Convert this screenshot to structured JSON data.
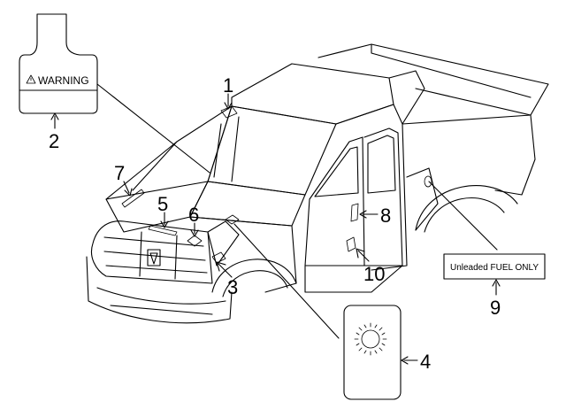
{
  "labels": {
    "warning_text": "WARNING",
    "fuel_text": "Unleaded FUEL ONLY"
  },
  "callouts": [
    "1",
    "2",
    "3",
    "4",
    "5",
    "6",
    "7",
    "8",
    "9",
    "10"
  ],
  "colors": {
    "ink": "#000000",
    "background": "#ffffff"
  },
  "icons": {
    "warning": "warning-triangle-icon",
    "sun": "sun-icon"
  }
}
